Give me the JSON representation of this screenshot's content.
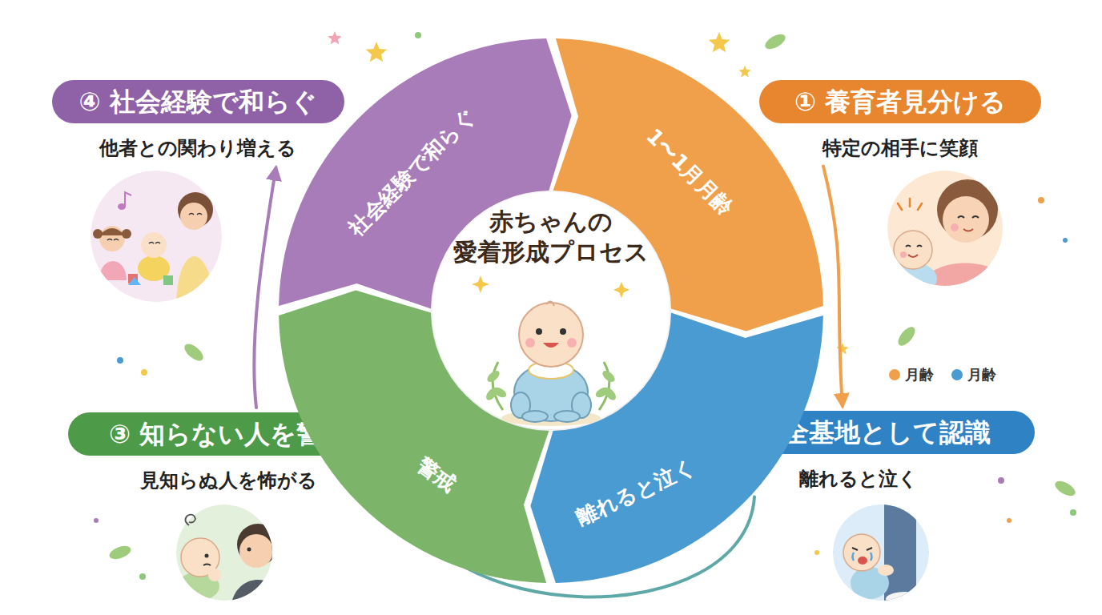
{
  "diagram": {
    "title": "赤ちゃんの 愛着形成プロセス",
    "nodes": [
      {
        "text": [
          "① 養育者見分ける",
          "特定の相手に笑顔"
        ]
      },
      {
        "text": [
          "1〜1月月齢"
        ]
      },
      {
        "text": [
          "② 安全基地として認識",
          "離れると泣く"
        ]
      },
      {
        "text": [
          "離れると泣く"
        ]
      },
      {
        "text": [
          "③ 知らない人を警戒",
          "見知らぬ人を怖がる"
        ]
      },
      {
        "text": [
          "警戒"
        ]
      },
      {
        "text": [
          "④ 社会経験で和らぐ",
          "他者との関わり増える"
        ]
      },
      {
        "text": [
          "社会経験で和らぐ"
        ]
      }
    ],
    "edges": [
      {
        "from": 0,
        "to": 2,
        "arrow": "to"
      },
      {
        "from": 2,
        "to": 4,
        "arrow": "to"
      },
      {
        "from": 4,
        "to": 6,
        "arrow": "to"
      }
    ],
    "legend": [
      {
        "text": "月齢",
        "color": "#f0a04b"
      },
      {
        "text": "月齢",
        "color": "#4a9bd1"
      }
    ]
  }
}
